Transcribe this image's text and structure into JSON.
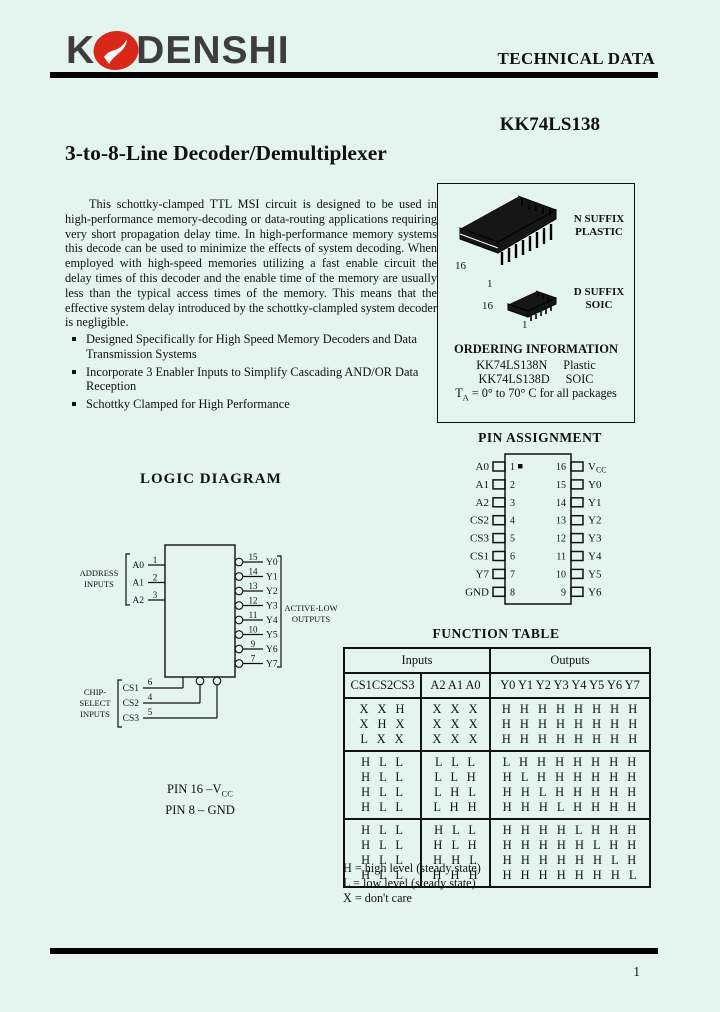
{
  "page": {
    "page_number": "1"
  },
  "colors": {
    "background": "#e3f5ee",
    "logo_red": "#d9281a",
    "logo_text": "#3d3d3d",
    "ink": "#111111"
  },
  "header": {
    "logo_prefix": "K",
    "logo_suffix": "DENSHI",
    "tagline": "TECHNICAL DATA"
  },
  "doc": {
    "part_number": "KK74LS138",
    "title": "3-to-8-Line Decoder/Demultiplexer",
    "description": "This schottky-clamped TTL MSI circuit is designed to be used in high-performance memory-decoding or data-routing applications requiring very short propagation delay time. In high-performance memory systems this decode can be used to minimize the effects of system decoding. When employed with high-speed memories utilizing a fast enable circuit the delay times of this decoder and the enable time of the memory are usually less than the typical access times of the memory. This means that the effective system delay introduced by the schottky-clampled system decoder is negligible.",
    "features": [
      "Designed Specifically for High Speed Memory Decoders and Data Transmission Systems",
      "Incorporate 3 Enabler Inputs to Simplify Cascading AND/OR Data Reception",
      "Schottky Clamped for High Performance"
    ]
  },
  "package_box": {
    "dip": {
      "suffix_line1": "N SUFFIX",
      "suffix_line2": "PLASTIC",
      "pin_top": "16",
      "pin_bottom": "1"
    },
    "soic": {
      "suffix_line1": "D SUFFIX",
      "suffix_line2": "SOIC",
      "pin_top": "16",
      "pin_bottom": "1"
    },
    "ordering": {
      "title": "ORDERING INFORMATION",
      "options": [
        {
          "part": "KK74LS138N",
          "package": "Plastic"
        },
        {
          "part": "KK74LS138D",
          "package": "SOIC"
        }
      ],
      "temp_prefix": "T",
      "temp_sub": "A",
      "temp_rest": " = 0° to 70° C for all packages"
    }
  },
  "pin_assignment": {
    "title": "PIN ASSIGNMENT",
    "left_pins": [
      {
        "label": "A0",
        "number": "1"
      },
      {
        "label": "A1",
        "number": "2"
      },
      {
        "label": "A2",
        "number": "3"
      },
      {
        "label": "CS2",
        "number": "4"
      },
      {
        "label": "CS3",
        "number": "5"
      },
      {
        "label": "CS1",
        "number": "6"
      },
      {
        "label": "Y7",
        "number": "7"
      },
      {
        "label": "GND",
        "number": "8"
      }
    ],
    "right_pins": [
      {
        "label": "V",
        "sub": "CC",
        "number": "16"
      },
      {
        "label": "Y0",
        "sub": "",
        "number": "15"
      },
      {
        "label": "Y1",
        "sub": "",
        "number": "14"
      },
      {
        "label": "Y2",
        "sub": "",
        "number": "13"
      },
      {
        "label": "Y3",
        "sub": "",
        "number": "12"
      },
      {
        "label": "Y4",
        "sub": "",
        "number": "11"
      },
      {
        "label": "Y5",
        "sub": "",
        "number": "10"
      },
      {
        "label": "Y6",
        "sub": "",
        "number": "9"
      }
    ]
  },
  "logic_diagram": {
    "title": "LOGIC DIAGRAM",
    "address_group_label": [
      "ADDRESS",
      "INPUTS"
    ],
    "address_inputs": [
      {
        "label": "A0",
        "pin": "1"
      },
      {
        "label": "A1",
        "pin": "2"
      },
      {
        "label": "A2",
        "pin": "3"
      }
    ],
    "outputs_group_label": [
      "ACTIVE-LOW",
      "OUTPUTS"
    ],
    "outputs": [
      {
        "label": "Y0",
        "pin": "15"
      },
      {
        "label": "Y1",
        "pin": "14"
      },
      {
        "label": "Y2",
        "pin": "13"
      },
      {
        "label": "Y3",
        "pin": "12"
      },
      {
        "label": "Y4",
        "pin": "11"
      },
      {
        "label": "Y5",
        "pin": "10"
      },
      {
        "label": "Y6",
        "pin": "9"
      },
      {
        "label": "Y7",
        "pin": "7"
      }
    ],
    "select_group_label": [
      "CHIP-",
      "SELECT",
      "INPUTS"
    ],
    "select_inputs": [
      {
        "label": "CS1",
        "pin": "6",
        "bubble": false
      },
      {
        "label": "CS2",
        "pin": "4",
        "bubble": true
      },
      {
        "label": "CS3",
        "pin": "5",
        "bubble": true
      }
    ],
    "power_note_16": "PIN 16 –V",
    "power_note_16_sub": "CC",
    "power_note_8": "PIN 8 – GND"
  },
  "function_table": {
    "title": "FUNCTION TABLE",
    "header": {
      "inputs": "Inputs",
      "outputs": "Outputs"
    },
    "columns": {
      "cs": "CS1CS2CS3",
      "a": "A2 A1 A0",
      "y": "Y0 Y1 Y2 Y3 Y4 Y5 Y6 Y7"
    },
    "groups": [
      [
        {
          "cs": "X X H",
          "a": "X X X",
          "y": "H H H H H H H H"
        },
        {
          "cs": "X H X",
          "a": "X X X",
          "y": "H H H H H H H H"
        },
        {
          "cs": "L X X",
          "a": "X X X",
          "y": "H H H H H H H H"
        }
      ],
      [
        {
          "cs": "H L L",
          "a": "L L L",
          "y": "L H H H H H H H"
        },
        {
          "cs": "H L L",
          "a": "L L H",
          "y": "H L H H H H H H"
        },
        {
          "cs": "H L L",
          "a": "L H L",
          "y": "H H L H H H H H"
        },
        {
          "cs": "H L L",
          "a": "L H H",
          "y": "H H H L H H H H"
        }
      ],
      [
        {
          "cs": "H L L",
          "a": "H L L",
          "y": "H H H H L H H H"
        },
        {
          "cs": "H L L",
          "a": "H L H",
          "y": "H H H H H L H H"
        },
        {
          "cs": "H L L",
          "a": "H H L",
          "y": "H H H H H H L H"
        },
        {
          "cs": "H L L",
          "a": "H H H",
          "y": "H H H H H H H L"
        }
      ]
    ],
    "legend": [
      "H = high level (steady state)",
      "L = low level (steady state)",
      "X = don't care"
    ]
  }
}
